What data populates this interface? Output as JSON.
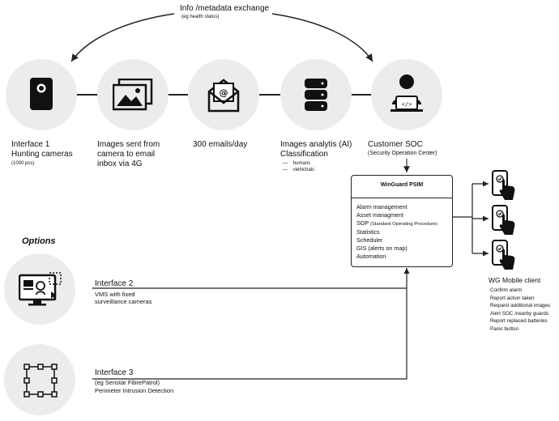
{
  "top_exchange": {
    "label": "Info /metadata exchange",
    "sublabel": "(eg health status)"
  },
  "nodes": [
    {
      "icon": "webcam-icon",
      "lines": [
        "Interface 1",
        "Hunting cameras"
      ],
      "sub": "(1000 pcs)"
    },
    {
      "icon": "images-icon",
      "lines": [
        "Images sent from",
        "camera to email",
        "inbox via 4G"
      ]
    },
    {
      "icon": "email-icon",
      "lines": [
        "300 emails/day"
      ]
    },
    {
      "icon": "database-icon",
      "lines": [
        "Images analytis (AI)",
        "Classification"
      ],
      "bullets": [
        "humans",
        "viehichals"
      ]
    },
    {
      "icon": "soc-operator-icon",
      "lines": [
        "Customer SOC"
      ],
      "sub": "(Security Operation Center)"
    }
  ],
  "psim": {
    "title": "WinGuard PSIM",
    "items": [
      "Alarm management",
      "Asset managment",
      "SOP",
      "Statistics",
      "Scheduler",
      "GIS (alerts on map)",
      "Automation"
    ],
    "sop_note": "(Standard Operating Procedure)"
  },
  "options_heading": "Options",
  "interfaces": [
    {
      "icon": "monitor-vms-icon",
      "title": "Interface 2",
      "desc": [
        "VMS with fixed",
        "surveillance cameras"
      ]
    },
    {
      "icon": "perimeter-fence-icon",
      "title": "Interface 3",
      "desc": [
        "(eg Senstar FibrePatrol)",
        "Perimeter Intrusion Detection"
      ]
    }
  ],
  "mobile": {
    "icon": "mobile-touch-icon",
    "title": "WG Mobile client",
    "features": [
      "Confirm alarm",
      "Report action taken",
      "Request additional images",
      "Alert SOC /nearby guards",
      "Report replaced batteries",
      "Panic button"
    ]
  }
}
